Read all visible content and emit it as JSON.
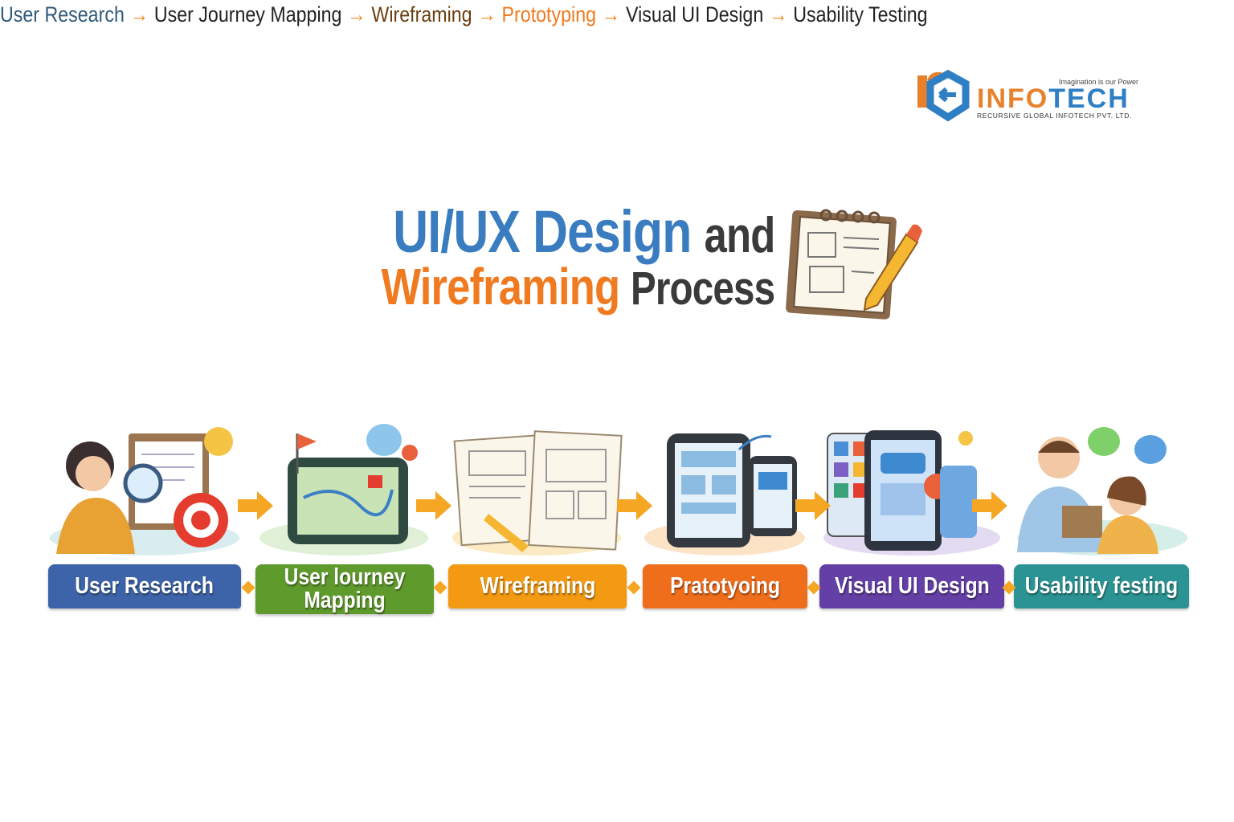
{
  "logo": {
    "tagline": "Imagination is our Power",
    "name_part1": "INFO",
    "name_part2": "TECH",
    "company": "RECURSIVE GLOBAL INFOTECH PVT. LTD."
  },
  "title": {
    "line1_highlight": "UI/UX Design",
    "line1_rest": "and",
    "line2_highlight": "Wireframing",
    "line2_rest": "Process"
  },
  "flow": {
    "steps": [
      "User Research",
      "User Journey Mapping",
      "Wireframing",
      "Prototyping",
      "Visual UI Design",
      "Usability Testing"
    ],
    "arrow": "→"
  },
  "stages": [
    {
      "label": "User Research",
      "color": "#3d64a8",
      "base": "#cfe0f3"
    },
    {
      "label": "User lourney Mapping",
      "color": "#5f9a2c",
      "base": "#8cc26a"
    },
    {
      "label": "Wireframing",
      "color": "#f39a12",
      "base": "#fbe3b8"
    },
    {
      "label": "Pratotyoing",
      "color": "#ef6e1c",
      "base": "#fbe0bf"
    },
    {
      "label": "Visual UI Design",
      "color": "#6440a6",
      "base": "#ddd3f0"
    },
    {
      "label": "Usability festing",
      "color": "#2b9393",
      "base": "#c9ece6"
    }
  ],
  "colors": {
    "blue": "#3a7cc0",
    "orange": "#f07a20",
    "dark": "#3a3a3a",
    "arrow": "#f5a623"
  }
}
